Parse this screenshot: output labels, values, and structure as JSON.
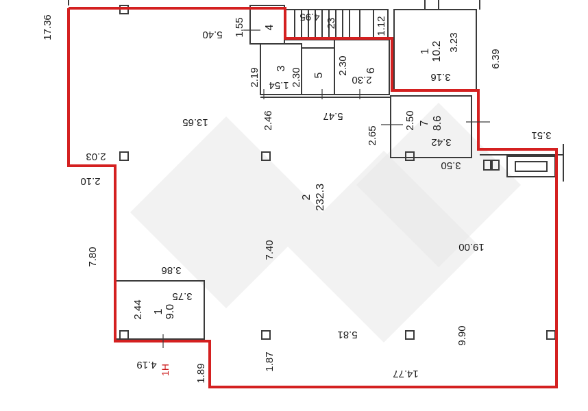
{
  "colors": {
    "outline": "#d42020",
    "walls": "#3a3a3a",
    "text": "#1a1a1a",
    "marker": "#cc1a1a"
  },
  "rooms": [
    {
      "number": "1",
      "area": "10.2"
    },
    {
      "number": "2",
      "area": "232.3"
    },
    {
      "number": "3",
      "area": ""
    },
    {
      "number": "4",
      "area": ""
    },
    {
      "number": "5",
      "area": ""
    },
    {
      "number": "6",
      "area": ""
    },
    {
      "number": "7",
      "area": "8.6"
    },
    {
      "number": "1",
      "area": "9.0"
    }
  ],
  "dimensions": [
    "17.36",
    "5.40",
    "1.55",
    "4.95",
    "23",
    "1.12",
    "3.23",
    "2.19",
    "2.30",
    "1.54",
    "2.30",
    "2.30",
    "3.16",
    "6.39",
    "13.65",
    "2.46",
    "5.47",
    "2.65",
    "2.50",
    "3.42",
    "3.51",
    "2.03",
    "3.50",
    "2.10",
    "7.80",
    "7.40",
    "19.00",
    "3.86",
    "2.44",
    "3.75",
    "5.81",
    "9.90",
    "4.19",
    "1.89",
    "1.87",
    "14.77"
  ],
  "marker": "1Н"
}
